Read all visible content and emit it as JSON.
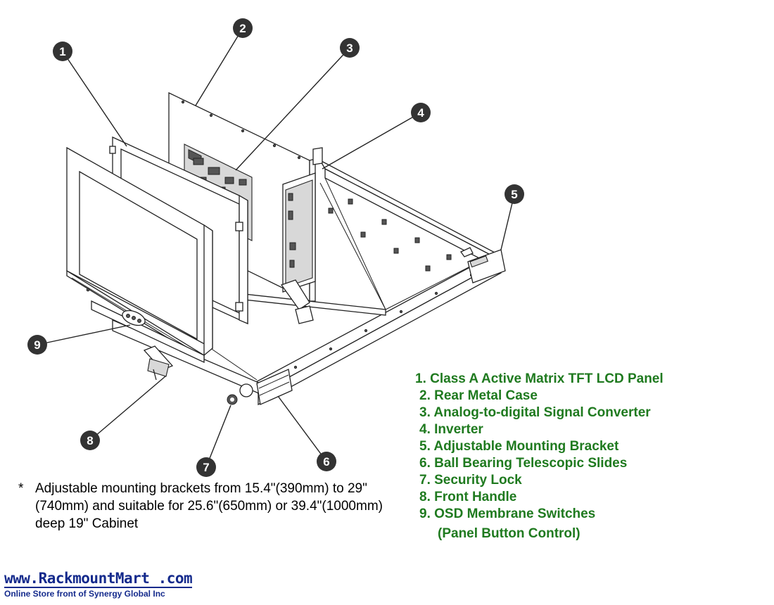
{
  "callouts": [
    {
      "num": "1"
    },
    {
      "num": "2"
    },
    {
      "num": "3"
    },
    {
      "num": "4"
    },
    {
      "num": "5"
    },
    {
      "num": "6"
    },
    {
      "num": "7"
    },
    {
      "num": "8"
    },
    {
      "num": "9"
    }
  ],
  "legend": {
    "items": [
      "1. Class A Active Matrix TFT LCD Panel",
      "2. Rear Metal Case",
      "3. Analog-to-digital Signal Converter",
      "4. Inverter",
      "5. Adjustable Mounting Bracket",
      "6. Ball Bearing Telescopic Slides",
      "7. Security Lock",
      "8. Front Handle",
      "9. OSD Membrane Switches"
    ],
    "note": "(Panel Button Control)"
  },
  "footnote": {
    "marker": "*",
    "text": "Adjustable mounting brackets from 15.4\"(390mm) to 29\"(740mm) and suitable for 25.6\"(650mm) or 39.4\"(1000mm) deep 19\" Cabinet"
  },
  "branding": {
    "url": "www.RackmountMart .com",
    "tagline": "Online Store front of Synergy Global Inc"
  },
  "colors": {
    "legend_text": "#1f7a1f",
    "brand": "#142a8c",
    "callout_fill": "#333333"
  }
}
